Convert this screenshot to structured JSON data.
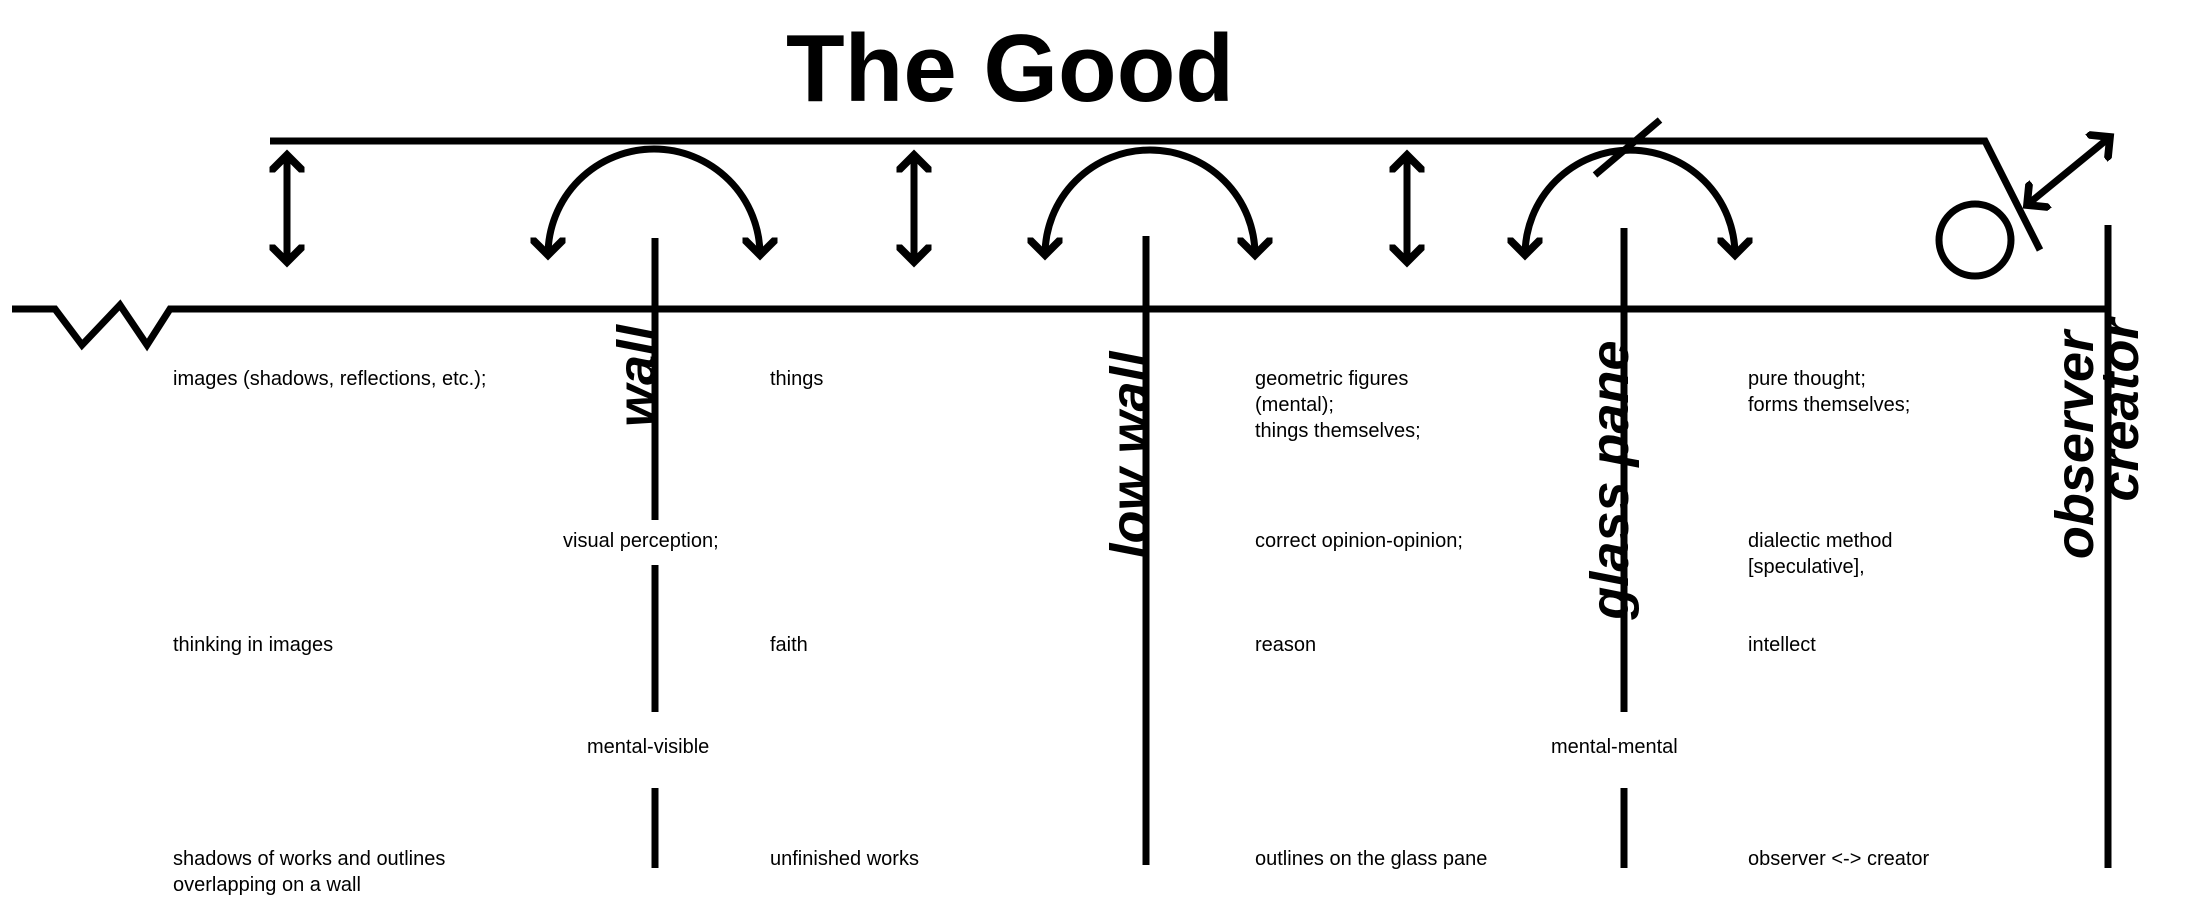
{
  "title": "The Good",
  "barriers": {
    "wall": "wall",
    "low_wall": "low wall",
    "glass_pane": "glass pane",
    "observer": "observer",
    "creator": "creator"
  },
  "columns": [
    {
      "objects": [
        "images (shadows, reflections, etc.);"
      ],
      "cognition": [
        "thinking in images"
      ],
      "art": [
        "shadows of works and outlines",
        "overlapping on a wall"
      ]
    },
    {
      "objects": [
        "things"
      ],
      "cognition": [
        "faith"
      ],
      "art": [
        "unfinished works"
      ]
    },
    {
      "objects": [
        "geometric figures",
        "(mental);",
        "things themselves;"
      ],
      "cognition": [
        "reason"
      ],
      "art": [
        "outlines on the glass pane"
      ]
    },
    {
      "objects": [
        "pure thought;",
        "forms themselves;"
      ],
      "cognition": [
        "intellect"
      ],
      "art": [
        "observer <-> creator"
      ]
    }
  ],
  "between": {
    "perception_1_2": "visual perception;",
    "mental_1_2": "mental-visible",
    "perception_3_4": "correct opinion-opinion;",
    "method_3_4": [
      "dialectic method",
      "[speculative],"
    ],
    "mental_3_4": "mental-mental"
  }
}
